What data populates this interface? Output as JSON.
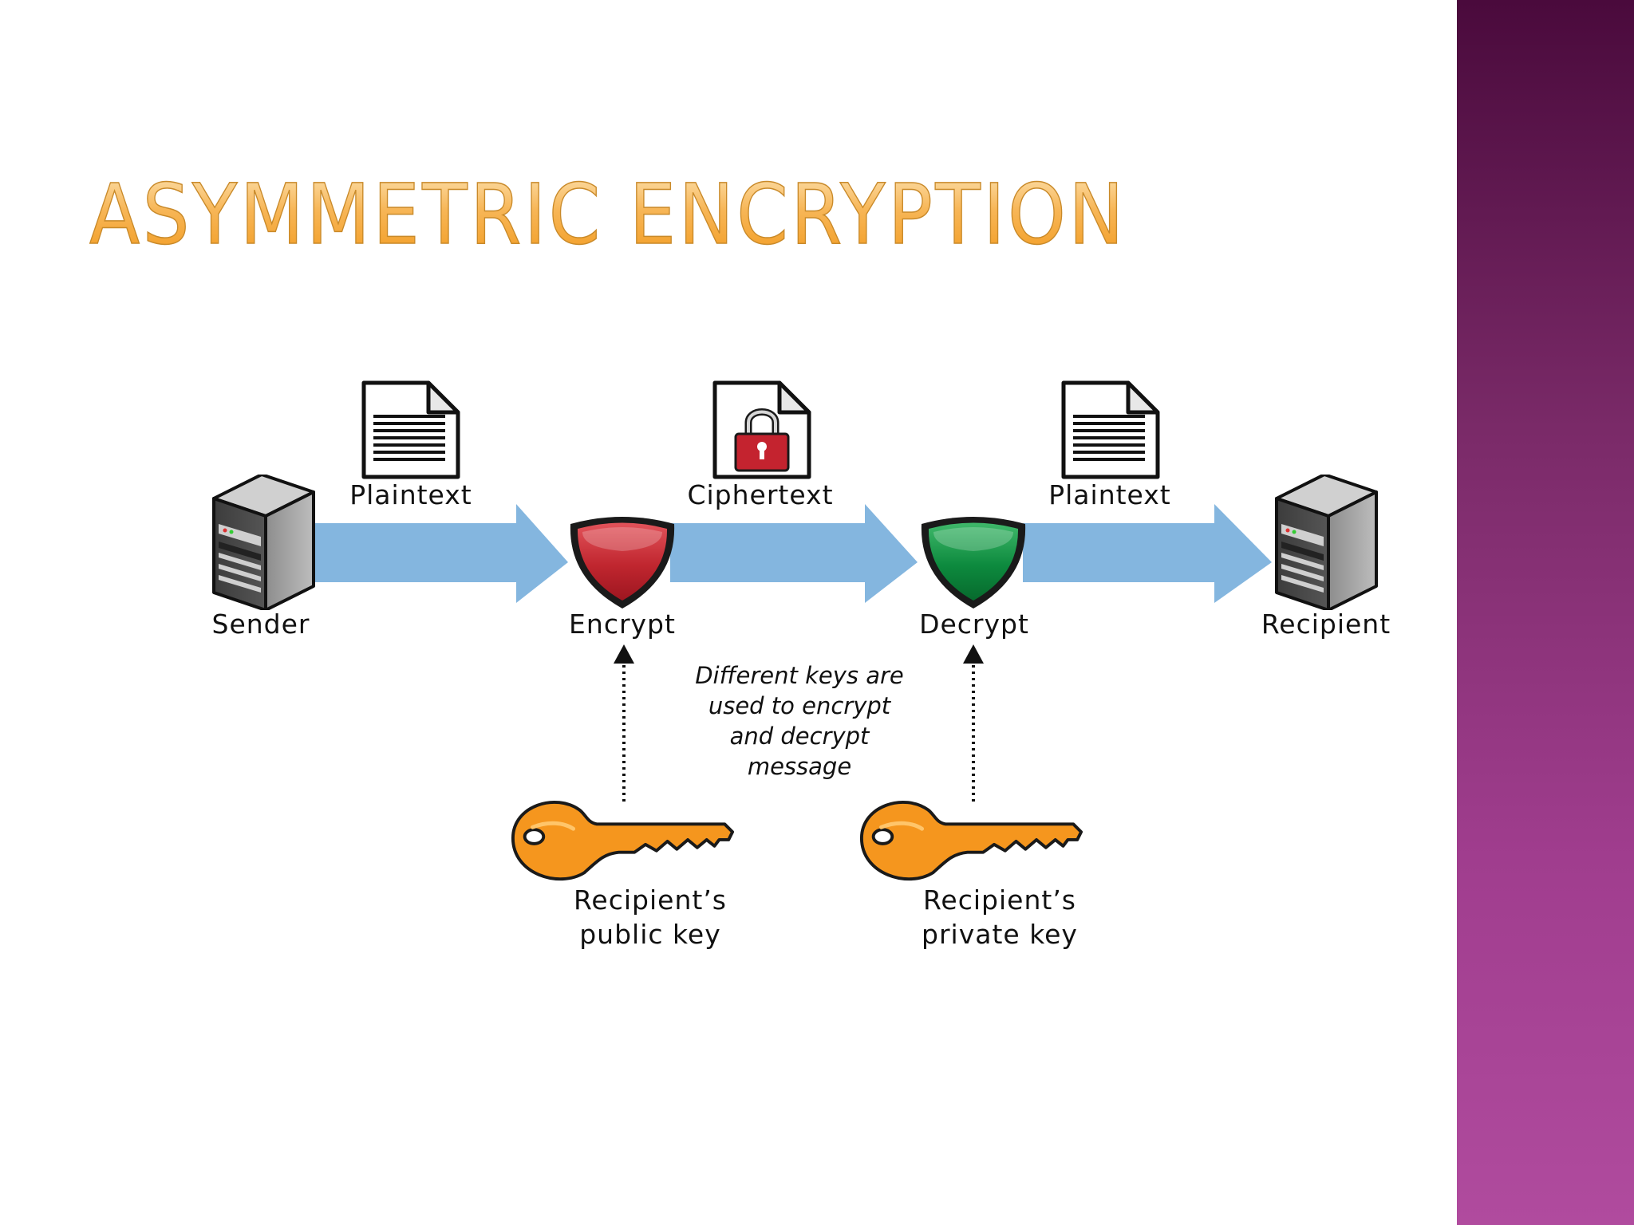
{
  "slide": {
    "title": "Asymmetric Encryption"
  },
  "colors": {
    "accent_bar_top": "#4a0a3c",
    "accent_bar_bottom": "#b04b9e",
    "title_fill": "#f5a623",
    "flow_arrow": "#84b6df",
    "encrypt_shield": "#c0262f",
    "decrypt_shield": "#0d8a3e",
    "key": "#f5961e",
    "lock": "#c4232f"
  },
  "diagram": {
    "sender_label": "Sender",
    "recipient_label": "Recipient",
    "plaintext_label_1": "Plaintext",
    "ciphertext_label": "Ciphertext",
    "plaintext_label_2": "Plaintext",
    "encrypt_label": "Encrypt",
    "decrypt_label": "Decrypt",
    "note_lines": [
      "Different keys are",
      "used to encrypt",
      "and decrypt",
      "message"
    ],
    "public_key_label_line1": "Recipient’s",
    "public_key_label_line2": "public key",
    "private_key_label_line1": "Recipient’s",
    "private_key_label_line2": "private key"
  }
}
